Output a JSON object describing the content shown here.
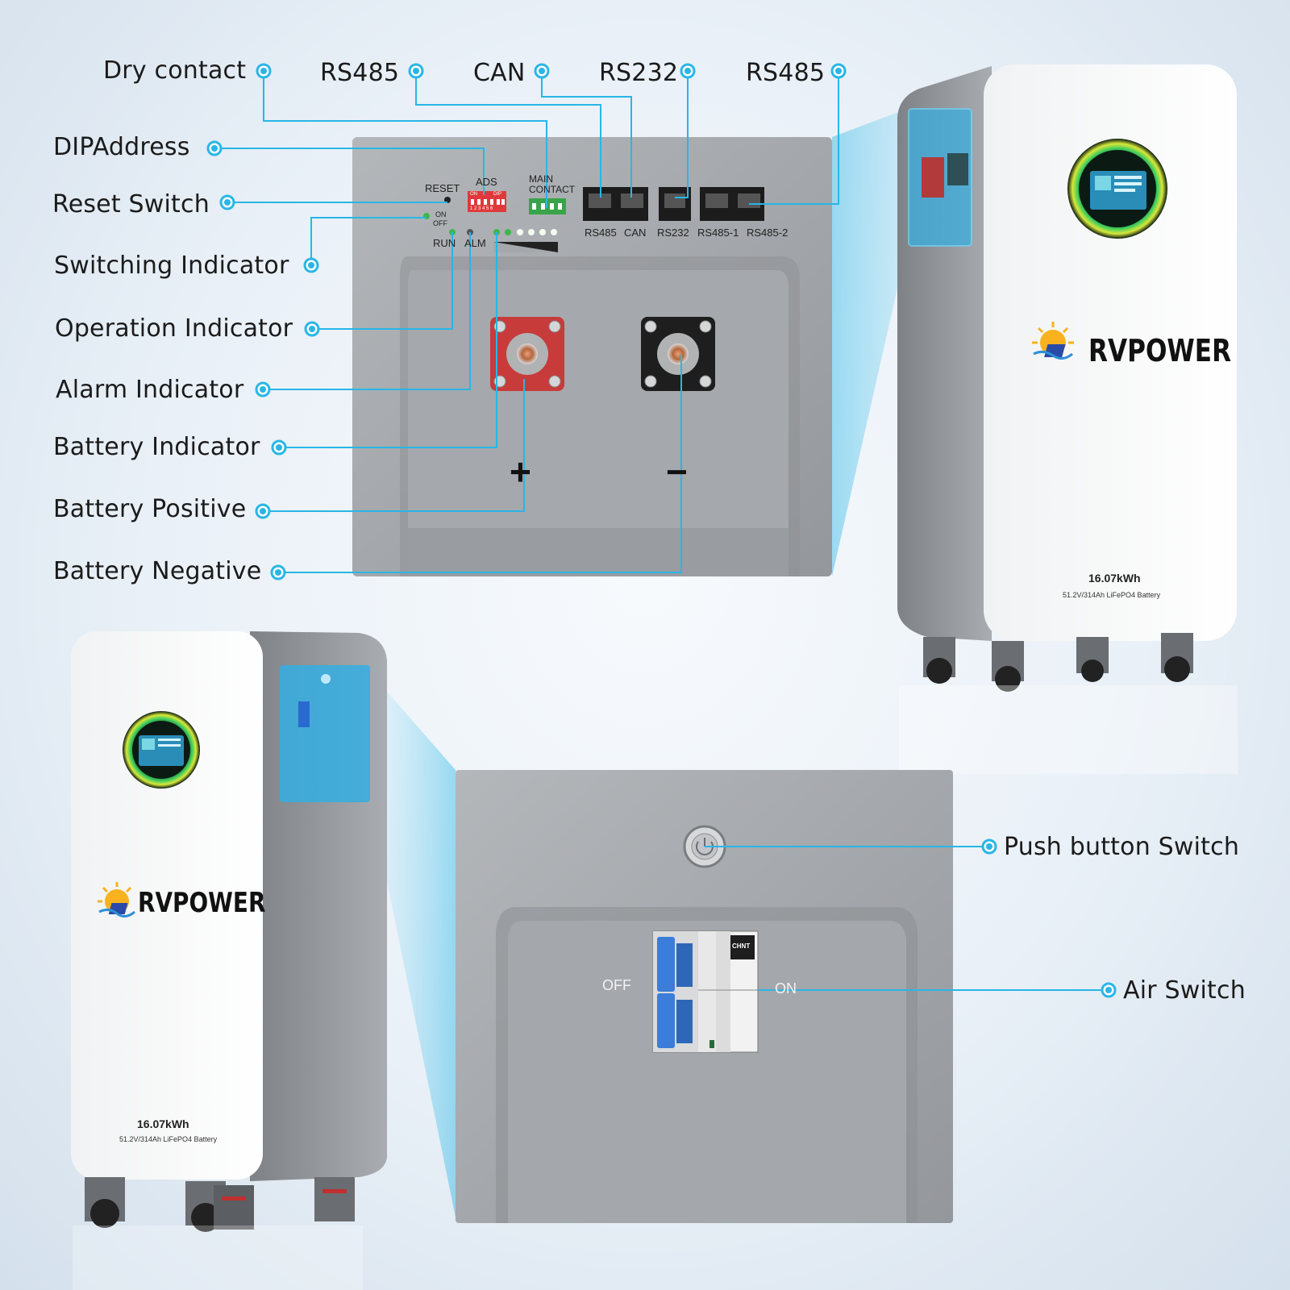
{
  "palette": {
    "callout": "#29b6e6",
    "steel": "#a3a6aa",
    "red_terminal": "#c73b3b",
    "breaker_blue": "#3b7dd8"
  },
  "top_ports": {
    "dry_contact": "Dry contact",
    "rs485_a": "RS485",
    "can": "CAN",
    "rs232": "RS232",
    "rs485_b": "RS485"
  },
  "side_labels": {
    "dip_address": "DIPAddress",
    "reset_switch": "Reset Switch",
    "switching_indicator": "Switching Indicator",
    "operation_indicator": "Operation Indicator",
    "alarm_indicator": "Alarm Indicator",
    "battery_indicator": "Battery Indicator",
    "battery_positive": "Battery Positive",
    "battery_negative": "Battery Negative",
    "push_button_switch": "Push button Switch",
    "air_switch": "Air Switch"
  },
  "panel_marks": {
    "reset": "RESET",
    "ads": "ADS",
    "on": "ON",
    "off": "OFF",
    "run": "RUN",
    "alm": "ALM",
    "main_contact_1": "MAIN",
    "main_contact_2": "CONTACT",
    "port_rs485": "RS485",
    "port_can": "CAN",
    "port_rs232": "RS232",
    "port_rs485_1": "RS485-1",
    "port_rs485_2": "RS485-2",
    "plus": "+",
    "minus": "−",
    "dip_on": "ON",
    "dip_label": "DIP",
    "dip_numbers": "1 2 3 4 5 6"
  },
  "breaker_marks": {
    "off": "OFF",
    "on": "ON",
    "brand": "CHNT"
  },
  "product": {
    "brand": "RVPOWER",
    "capacity": "16.07kWh",
    "spec": "51.2V/314Ah LiFePO4 Battery"
  }
}
